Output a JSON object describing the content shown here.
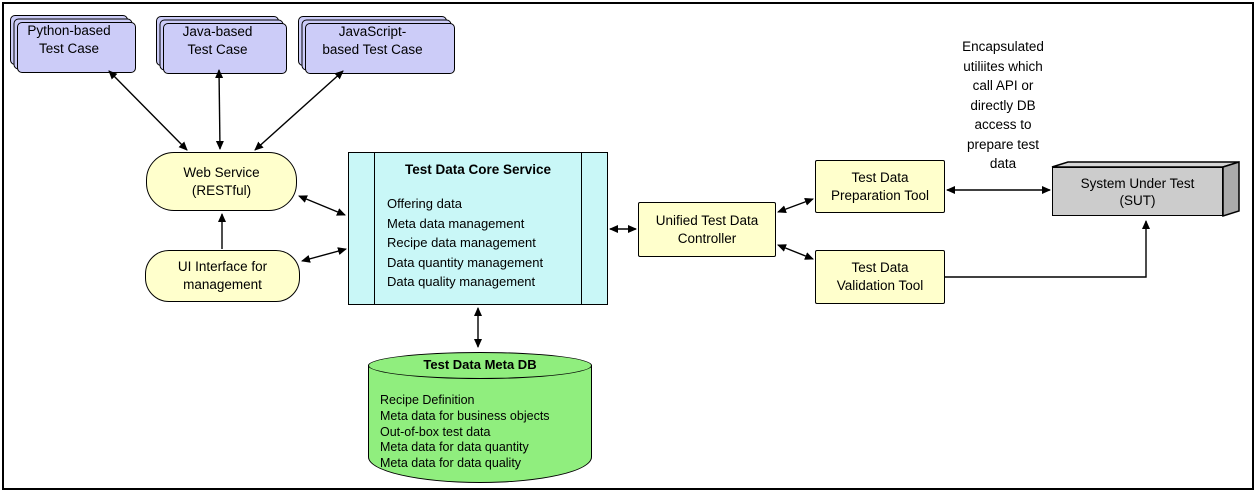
{
  "colors": {
    "purple": "#ccccf8",
    "yellow": "#ffffcc",
    "cyan": "#c9f7f7",
    "green": "#90ee7e",
    "gray": "#cccccc"
  },
  "test_cases": [
    {
      "label": "Python-based\nTest Case"
    },
    {
      "label": "Java-based\nTest Case"
    },
    {
      "label": "JavaScript-\nbased Test Case"
    }
  ],
  "web_service": {
    "label": "Web Service\n(RESTful)"
  },
  "ui_interface": {
    "label": "UI Interface for\nmanagement"
  },
  "core_service": {
    "title": "Test Data Core Service",
    "items": [
      "Offering data",
      "Meta data management",
      "Recipe data management",
      "Data quantity management",
      "Data quality management"
    ]
  },
  "controller": {
    "label": "Unified Test Data\nController"
  },
  "preparation_tool": {
    "label": "Test Data\nPreparation Tool"
  },
  "validation_tool": {
    "label": "Test Data\nValidation Tool"
  },
  "sut": {
    "label": "System Under Test\n(SUT)"
  },
  "annotation": {
    "text": "Encapsulated\nutiliites which\ncall API or\ndirectly DB\naccess to\nprepare test\ndata"
  },
  "meta_db": {
    "title": "Test Data Meta DB",
    "items": [
      "Recipe Definition",
      "Meta data for business objects",
      "Out-of-box test data",
      "Meta data for data quantity",
      "Meta data for data quality"
    ]
  }
}
